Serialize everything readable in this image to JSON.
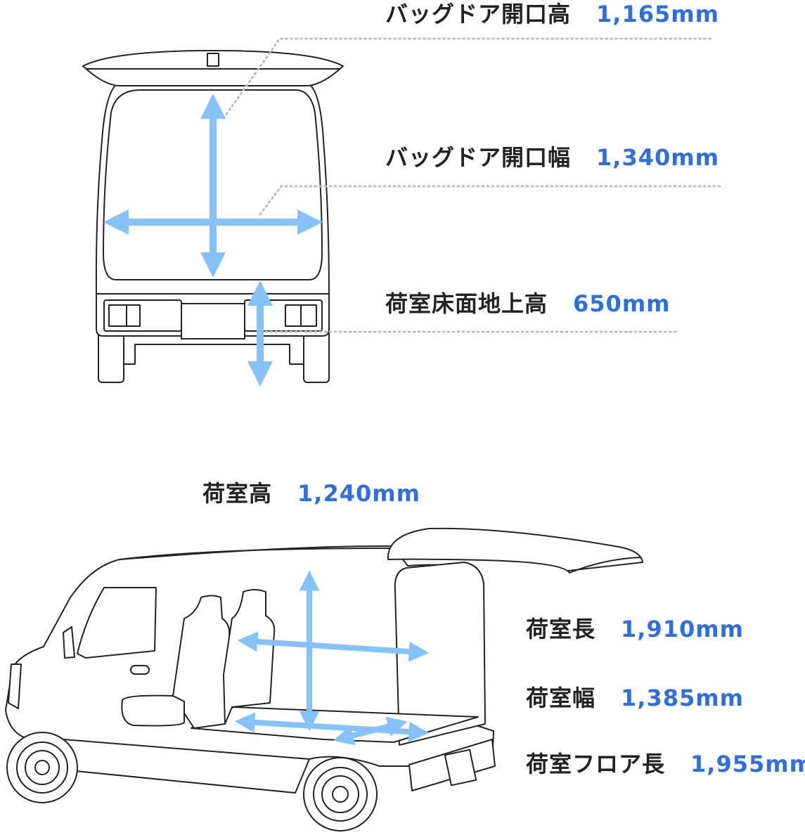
{
  "colors": {
    "line": "#222222",
    "arrow": "#85c1fb",
    "leader": "#bdbdbd",
    "value": "#2f6fdc"
  },
  "specs": [
    {
      "label": "バッグドア開口高",
      "value": "1,165mm"
    },
    {
      "label": "バッグドア開口幅",
      "value": "1,340mm"
    },
    {
      "label": "荷室床面地上高",
      "value": "650mm"
    },
    {
      "label": "荷室高",
      "value": "1,240mm"
    },
    {
      "label": "荷室長",
      "value": "1,910mm"
    },
    {
      "label": "荷室幅",
      "value": "1,385mm"
    },
    {
      "label": "荷室フロア長",
      "value": "1,955mm"
    }
  ]
}
